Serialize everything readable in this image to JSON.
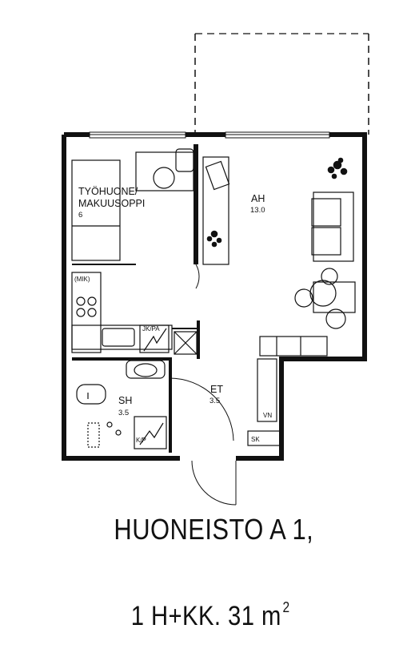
{
  "rooms": {
    "bedroom": {
      "name_line1": "TYÖHUONE/",
      "name_line2": "MAKUUSOPPI",
      "area": "6"
    },
    "living": {
      "name": "AH",
      "area": "13.0"
    },
    "bathroom": {
      "name": "SH",
      "area": "3.5"
    },
    "entry": {
      "name": "ET",
      "area": "3.5"
    }
  },
  "fixtures": {
    "microwave": "(MIK)",
    "fridge_freezer": "JK/PA",
    "dryer": "K/P",
    "wardrobe": "VN",
    "cabinet": "SK"
  },
  "title": {
    "line1": "HUONEISTO A 1,",
    "line2_main": "1 H+KK.  31 m",
    "line2_sup": "2"
  },
  "colors": {
    "ink": "#111111",
    "background": "#ffffff"
  }
}
